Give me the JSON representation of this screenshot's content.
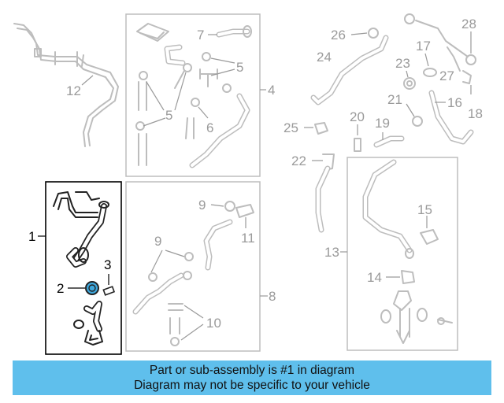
{
  "diagram": {
    "callouts": {
      "c1": "1",
      "c2": "2",
      "c3": "3",
      "c4": "4",
      "c5a": "5",
      "c5b": "5",
      "c6": "6",
      "c7": "7",
      "c8": "8",
      "c9a": "9",
      "c9b": "9",
      "c10": "10",
      "c11": "11",
      "c12": "12",
      "c13": "13",
      "c14": "14",
      "c15": "15",
      "c16": "16",
      "c17": "17",
      "c18": "18",
      "c19": "19",
      "c20": "20",
      "c21": "21",
      "c22": "22",
      "c23": "23",
      "c24": "24",
      "c25": "25",
      "c26": "26",
      "c27": "27",
      "c28": "28"
    },
    "highlight_color": "#000000",
    "part_color": "#bdbdbd"
  },
  "banner": {
    "line1": "Part or sub-assembly is #1 in diagram",
    "line2": "Diagram may not be specific to your vehicle",
    "background": "#5fbfec"
  }
}
